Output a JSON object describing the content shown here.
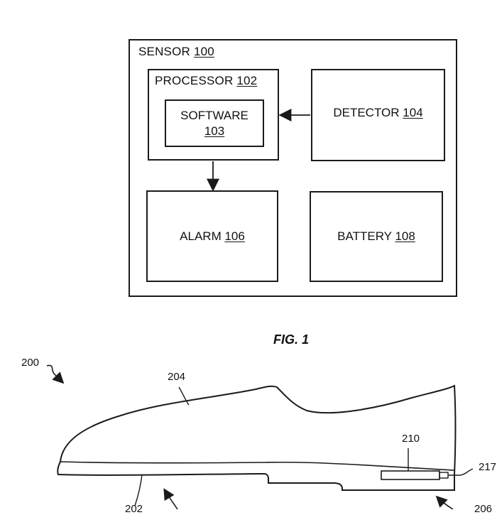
{
  "fig1": {
    "sensor": {
      "title": "SENSOR",
      "ref": "100"
    },
    "processor": {
      "title": "PROCESSOR",
      "ref": "102"
    },
    "software": {
      "title": "SOFTWARE",
      "ref": "103"
    },
    "detector": {
      "title": "DETECTOR",
      "ref": "104"
    },
    "alarm": {
      "title": "ALARM",
      "ref": "106"
    },
    "battery": {
      "title": "BATTERY",
      "ref": "108"
    },
    "caption": "FIG. 1"
  },
  "fig2": {
    "shoe_ref": "200",
    "upper_ref": "204",
    "sole_ref": "202",
    "sensor_ref": "210",
    "connector_ref": "217",
    "heel_ref": "206"
  }
}
